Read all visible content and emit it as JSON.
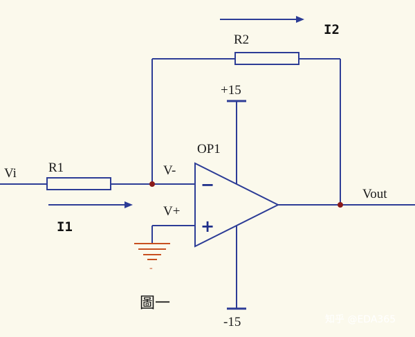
{
  "diagram": {
    "labels": {
      "vi": "Vi",
      "r1": "R1",
      "r2": "R2",
      "v_minus": "V-",
      "v_plus": "V+",
      "op1": "OP1",
      "plus15": "+15",
      "minus15": "-15",
      "vout": "Vout",
      "i1": "I1",
      "i2": "I2",
      "minus_sign": "−",
      "plus_sign": "+",
      "ground_minus": "-",
      "caption": "圖一"
    },
    "watermark": "知乎 @EDA365",
    "colors": {
      "wire": "#2c3c96",
      "node": "#8a1a1a",
      "ground": "#c85020",
      "text": "#1a1a1a"
    }
  }
}
